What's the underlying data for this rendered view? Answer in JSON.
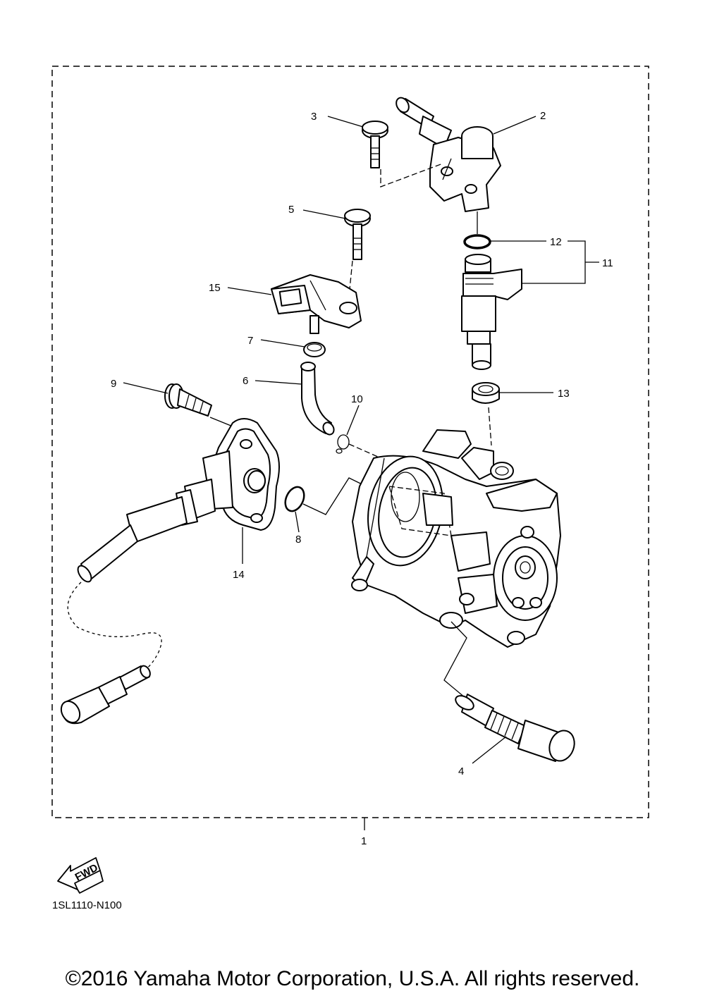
{
  "diagram": {
    "part_numbers": {
      "p1": "1",
      "p2": "2",
      "p3": "3",
      "p4": "4",
      "p5": "5",
      "p6": "6",
      "p7": "7",
      "p8": "8",
      "p9": "9",
      "p10": "10",
      "p11": "11",
      "p12": "12",
      "p13": "13",
      "p14": "14",
      "p15": "15"
    },
    "fwd_label": "FWD",
    "drawing_code": "1SL1110-N100"
  },
  "footer": {
    "copyright": "©2016 Yamaha Motor Corporation, U.S.A. All rights reserved."
  }
}
